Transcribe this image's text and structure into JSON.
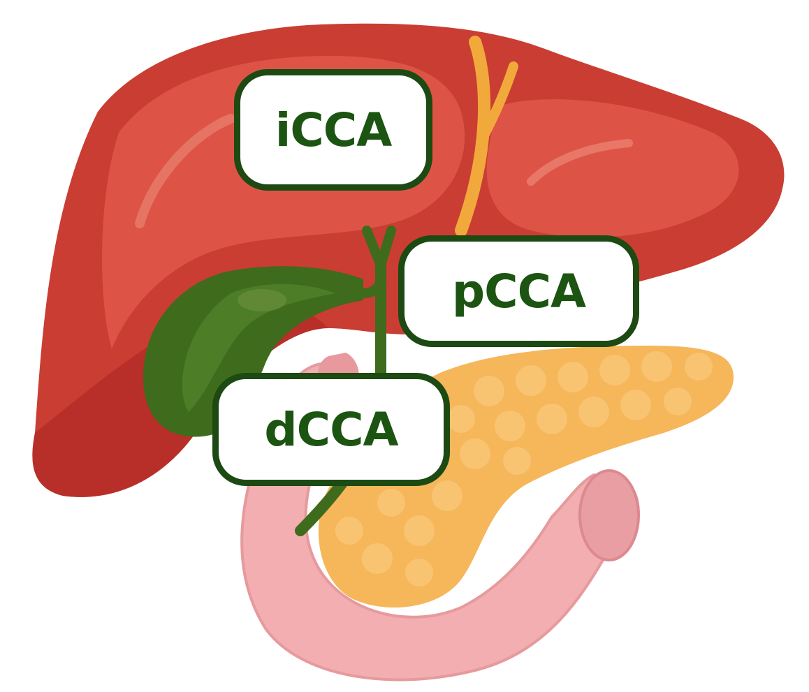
{
  "labels": {
    "icca": "iCCA",
    "pcca": "pCCA",
    "dcca": "dCCA"
  },
  "colors": {
    "liver": "#c93d33",
    "liver_highlight": "#e0584a",
    "bile_duct": "#f2a93b",
    "gallbladder": "#3f6b1c",
    "pancreas": "#f6b65a",
    "duodenum": "#f0a9a7",
    "label_border": "#1c4a12",
    "label_text": "#1c5411"
  },
  "icons": {
    "liver": "liver-icon",
    "gallbladder": "gallbladder-icon",
    "pancreas": "pancreas-icon",
    "duodenum": "duodenum-icon"
  }
}
